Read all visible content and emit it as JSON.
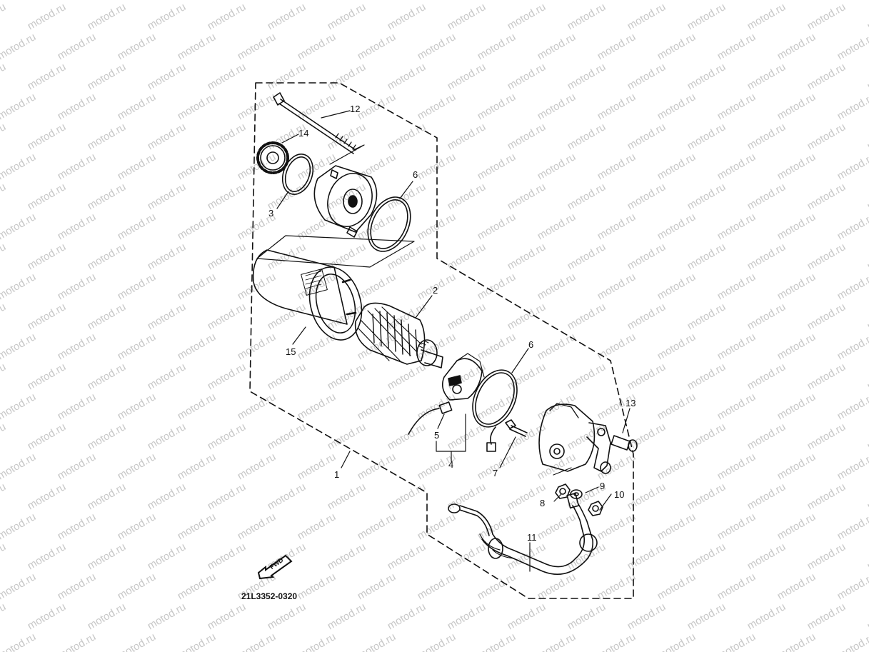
{
  "watermark": "motod.ru",
  "diagram_code": "21L3352-0320",
  "fwd_label": "FWD",
  "callouts": {
    "p1": "1",
    "p2": "2",
    "p3": "3",
    "p4": "4",
    "p5": "5",
    "p6a": "6",
    "p6b": "6",
    "p7": "7",
    "p8": "8",
    "p9": "9",
    "p10": "10",
    "p11": "11",
    "p12": "12",
    "p13": "13",
    "p14": "14",
    "p15": "15"
  }
}
